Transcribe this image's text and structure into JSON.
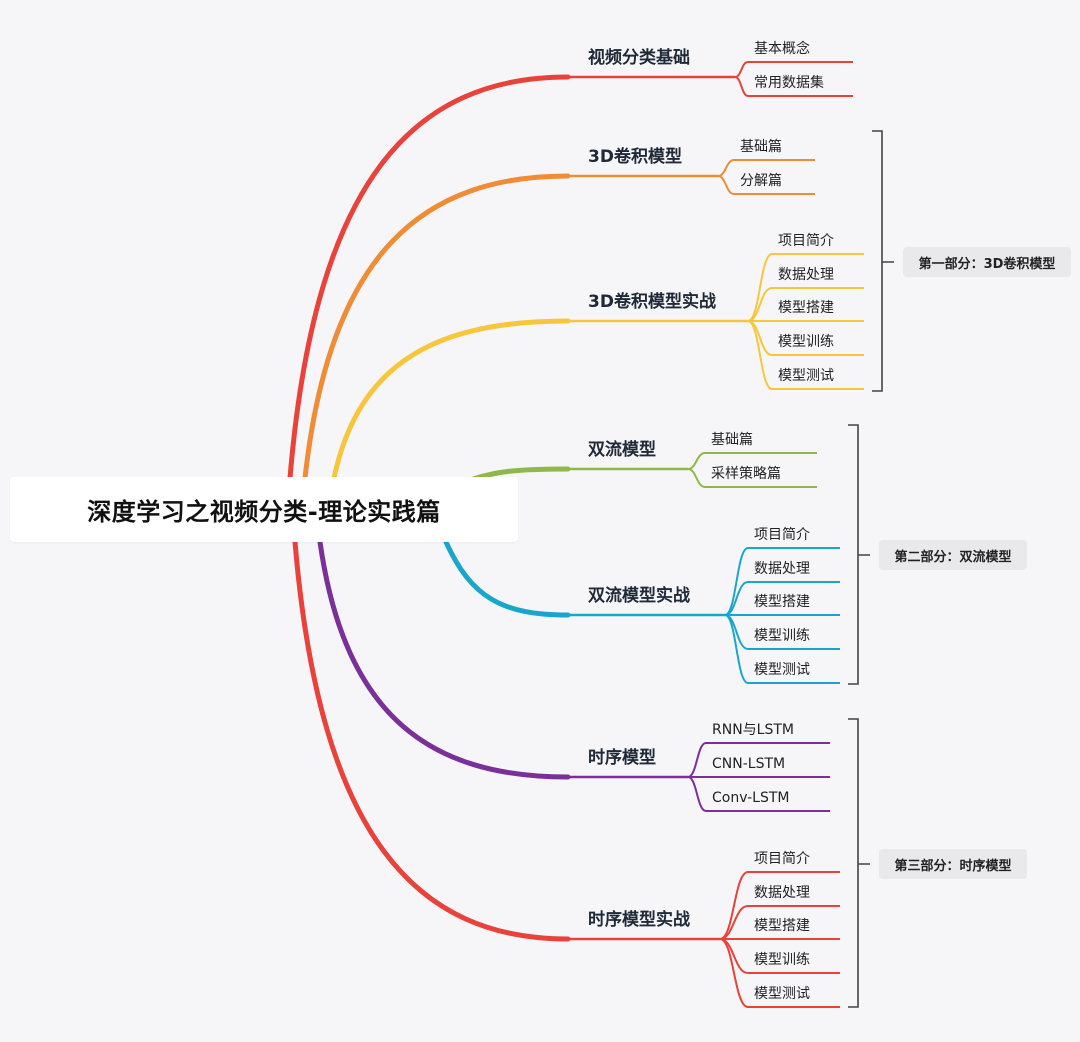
{
  "root": {
    "title": "深度学习之视频分类-理论实践篇"
  },
  "branches": [
    {
      "id": "b1",
      "label": "视频分类基础",
      "color": "#e8423a",
      "children": [
        "基本概念",
        "常用数据集"
      ]
    },
    {
      "id": "b2",
      "label": "3D卷积模型",
      "color": "#f08b36",
      "children": [
        "基础篇",
        "分解篇"
      ]
    },
    {
      "id": "b3",
      "label": "3D卷积模型实战",
      "color": "#f8c63d",
      "children": [
        "项目简介",
        "数据处理",
        "模型搭建",
        "模型训练",
        "模型测试"
      ]
    },
    {
      "id": "b4",
      "label": "双流模型",
      "color": "#8fb84a",
      "children": [
        "基础篇",
        "采样策略篇"
      ]
    },
    {
      "id": "b5",
      "label": "双流模型实战",
      "color": "#1aa6cc",
      "children": [
        "项目简介",
        "数据处理",
        "模型搭建",
        "模型训练",
        "模型测试"
      ]
    },
    {
      "id": "b6",
      "label": "时序模型",
      "color": "#7b2f99",
      "children": [
        "RNN与LSTM",
        "CNN-LSTM",
        "Conv-LSTM"
      ]
    },
    {
      "id": "b7",
      "label": "时序模型实战",
      "color": "#e8423a",
      "children": [
        "项目简介",
        "数据处理",
        "模型搭建",
        "模型训练",
        "模型测试"
      ]
    }
  ],
  "sections": [
    {
      "label": "第一部分：3D卷积模型"
    },
    {
      "label": "第二部分：双流模型"
    },
    {
      "label": "第三部分：时序模型"
    }
  ]
}
